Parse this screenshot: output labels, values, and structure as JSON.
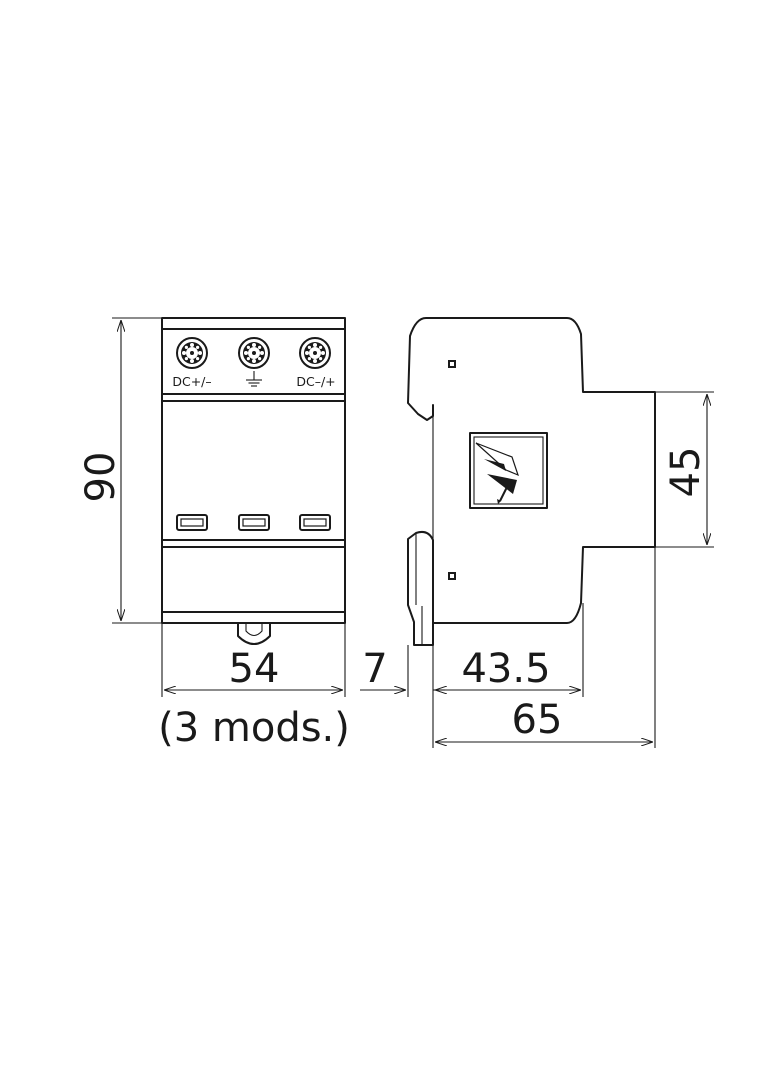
{
  "front_view": {
    "terminals": [
      {
        "label": "DC+/–"
      },
      {
        "label": "",
        "icon": "ground-icon"
      },
      {
        "label": "DC–/+"
      }
    ],
    "height_dim": "90",
    "width_dim": "54",
    "width_note": "(3 mods.)"
  },
  "side_view": {
    "rail_dim": "7",
    "depth_front_dim": "43.5",
    "depth_total_dim": "65",
    "front_height_dim": "45",
    "logo": "logo-icon"
  },
  "colors": {
    "line": "#1a1a1a",
    "background": "#ffffff"
  }
}
